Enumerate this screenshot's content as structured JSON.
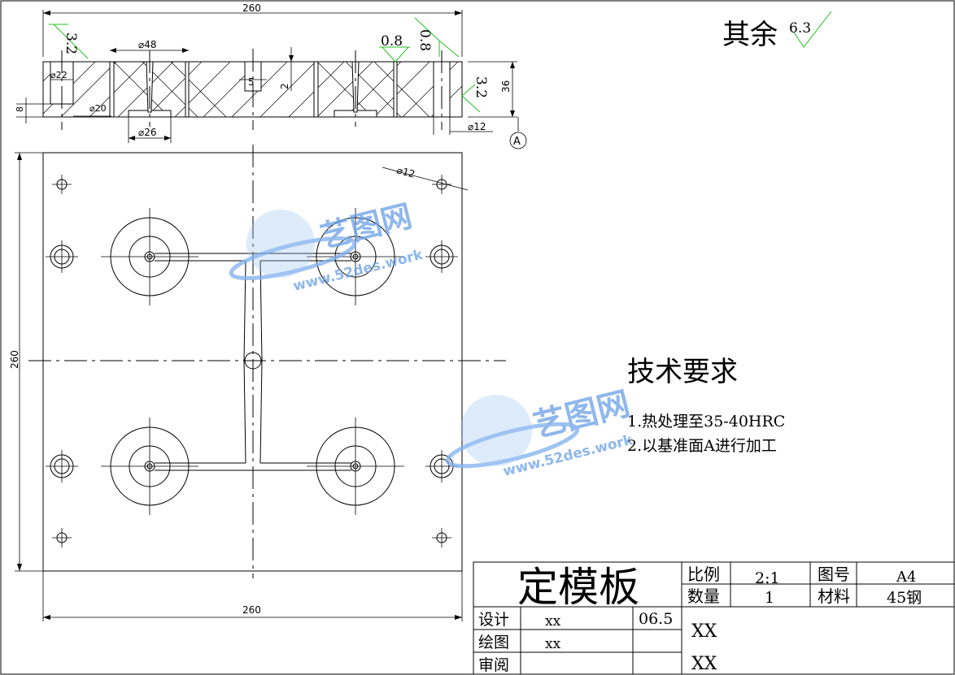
{
  "dimensions": {
    "top_width": "260",
    "phi48": "⌀48",
    "phi22": "⌀22",
    "phi20": "⌀20",
    "phi26": "⌀26",
    "phi12_side": "⌀12",
    "phi12_plan": "⌀12",
    "slot5": "5",
    "slot2": "2",
    "thick36": "36",
    "depth8": "8",
    "plan_height": "260",
    "plan_width": "260"
  },
  "roughness": {
    "r1": "3.2",
    "r2": "0.8",
    "r3": "0.8",
    "r4": "3.2",
    "rest_label": "其余",
    "rest_value": "6.3"
  },
  "datum": "A",
  "tech_req": {
    "heading": "技术要求",
    "items": [
      "1.热处理至35-40HRC",
      "2.以基准面A进行加工"
    ]
  },
  "title_block": {
    "part_name": "定模板",
    "scale_label": "比例",
    "scale_value": "2:1",
    "drawing_no_label": "图号",
    "drawing_no_value": "A4",
    "qty_label": "数量",
    "qty_value": "1",
    "material_label": "材料",
    "material_value": "45钢",
    "design_label": "设计",
    "design_value": "xx",
    "date_value": "06.5",
    "draw_label": "绘图",
    "draw_value": "xx",
    "review_label": "审阅",
    "right_top": "XX",
    "right_bottom": "XX"
  },
  "watermark": {
    "name": "艺图网",
    "url": "www.52des.work"
  }
}
